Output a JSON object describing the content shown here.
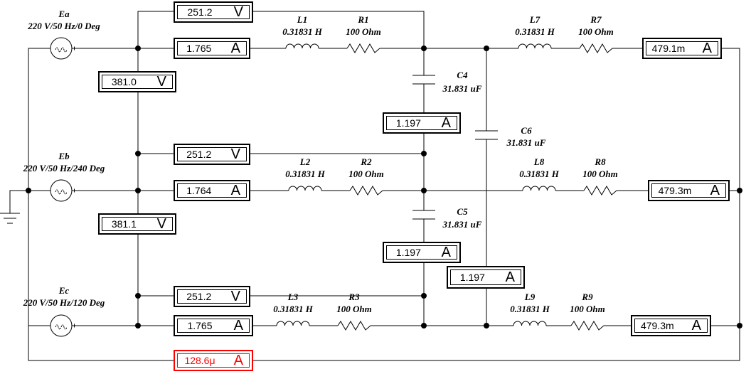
{
  "sources": {
    "ea": {
      "name": "Ea",
      "spec": "220 V/50 Hz/0 Deg"
    },
    "eb": {
      "name": "Eb",
      "spec": "220 V/50 Hz/240 Deg"
    },
    "ec": {
      "name": "Ec",
      "spec": "220 V/50 Hz/120 Deg"
    }
  },
  "inductors": {
    "l1": {
      "name": "L1",
      "value": "0.31831 H"
    },
    "l2": {
      "name": "L2",
      "value": "0.31831 H"
    },
    "l3": {
      "name": "L3",
      "value": "0.31831 H"
    },
    "l7": {
      "name": "L7",
      "value": "0.31831 H"
    },
    "l8": {
      "name": "L8",
      "value": "0.31831 H"
    },
    "l9": {
      "name": "L9",
      "value": "0.31831 H"
    }
  },
  "resistors": {
    "r1": {
      "name": "R1",
      "value": "100  Ohm"
    },
    "r2": {
      "name": "R2",
      "value": "100  Ohm"
    },
    "r3": {
      "name": "R3",
      "value": "100  Ohm"
    },
    "r7": {
      "name": "R7",
      "value": "100  Ohm"
    },
    "r8": {
      "name": "R8",
      "value": "100  Ohm"
    },
    "r9": {
      "name": "R9",
      "value": "100  Ohm"
    }
  },
  "capacitors": {
    "c4": {
      "name": "C4",
      "value": "31.831 uF"
    },
    "c5": {
      "name": "C5",
      "value": "31.831 uF"
    },
    "c6": {
      "name": "C6",
      "value": "31.831 uF"
    }
  },
  "meters": {
    "v_phase_a": {
      "value": "251.2",
      "unit": "V"
    },
    "a_line_a": {
      "value": "1.765",
      "unit": "A"
    },
    "v_line_ab": {
      "value": "381.0",
      "unit": "V"
    },
    "a_c4": {
      "value": "1.197",
      "unit": "A"
    },
    "v_phase_b": {
      "value": "251.2",
      "unit": "V"
    },
    "a_line_b": {
      "value": "1.764",
      "unit": "A"
    },
    "v_line_bc": {
      "value": "381.1",
      "unit": "V"
    },
    "a_c5": {
      "value": "1.197",
      "unit": "A"
    },
    "a_c6": {
      "value": "1.197",
      "unit": "A"
    },
    "v_phase_c": {
      "value": "251.2",
      "unit": "V"
    },
    "a_line_c": {
      "value": "1.765",
      "unit": "A"
    },
    "a_load_a": {
      "value": "479.1m",
      "unit": "A"
    },
    "a_load_b": {
      "value": "479.3m",
      "unit": "A"
    },
    "a_load_c": {
      "value": "479.3m",
      "unit": "A"
    },
    "a_neutral": {
      "value": "128.6μ",
      "unit": "A"
    }
  },
  "colors": {
    "wire": "#000000",
    "neutral_meter": "#ff0000"
  }
}
